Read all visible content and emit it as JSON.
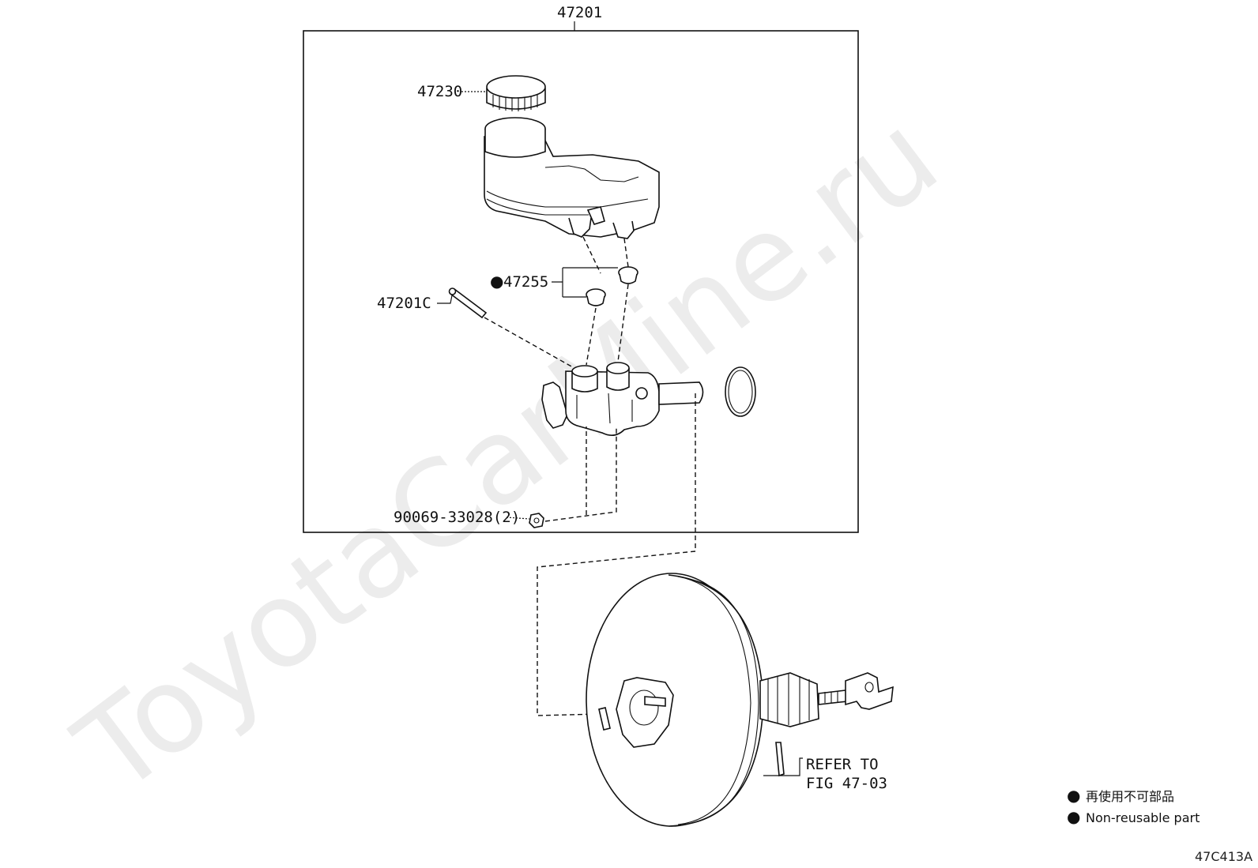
{
  "watermark": "ToyotaCarMine.ru",
  "callouts": {
    "assembly": "47201",
    "reservoir_cap": "47230",
    "grommet": "47255",
    "pin": "47201C",
    "nut": "90069-33028(2)",
    "refer_line1": "REFER TO",
    "refer_line2": "FIG 47-03"
  },
  "legend": {
    "symbol": "●",
    "japanese": "再使用不可部品",
    "english": "Non-reusable part"
  },
  "figure_id": "47C413A"
}
